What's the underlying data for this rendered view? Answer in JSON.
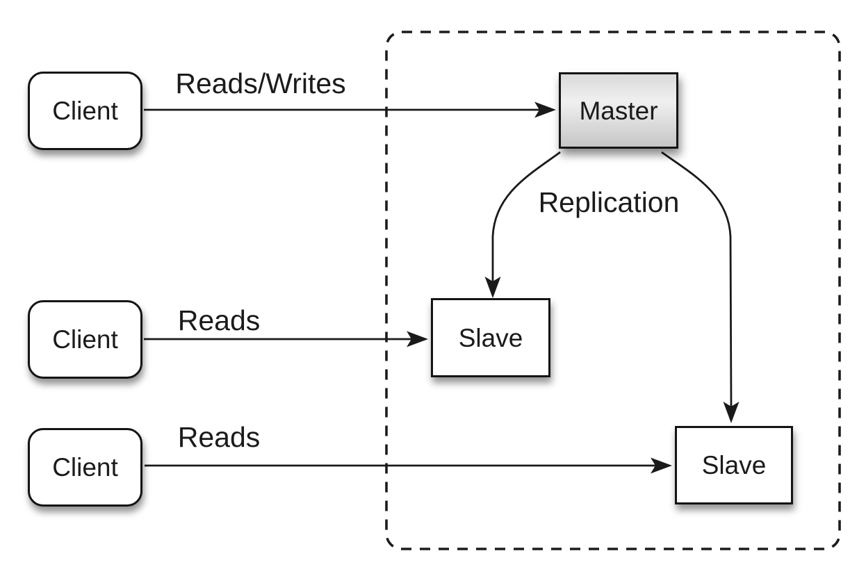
{
  "diagram": {
    "nodes": {
      "client1": {
        "label": "Client"
      },
      "client2": {
        "label": "Client"
      },
      "client3": {
        "label": "Client"
      },
      "master": {
        "label": "Master"
      },
      "slave1": {
        "label": "Slave"
      },
      "slave2": {
        "label": "Slave"
      }
    },
    "edges": {
      "client1_to_master": {
        "label": "Reads/Writes"
      },
      "client2_to_slave1": {
        "label": "Reads"
      },
      "client3_to_slave2": {
        "label": "Reads"
      },
      "master_to_slaves": {
        "label": "Replication"
      }
    },
    "colors": {
      "background": "#ffffff",
      "line": "#1a1a1a",
      "box_border": "#141414",
      "node_fill": "#ffffff",
      "master_fill_top": "#d9d9d9",
      "master_fill_mid": "#f0f0f0",
      "master_fill_bottom": "#c6c6c6"
    }
  }
}
